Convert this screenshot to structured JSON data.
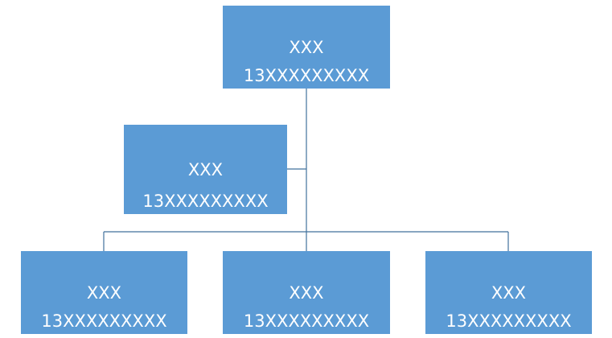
{
  "nodes": {
    "top": {
      "title": "​​",
      "subtitle": "XXX​​​​",
      "phone": "13XXXXXXXXX"
    },
    "assistant": {
      "title": "​​​​",
      "subtitle": "XXX​​​​",
      "phone": "13XXXXXXXXX"
    },
    "left": {
      "title": "​​",
      "subtitle": "XXX​​​​",
      "phone": "13XXXXXXXXX"
    },
    "middle": {
      "title": "​​",
      "subtitle": "XXX​​​​",
      "phone": "13XXXXXXXXX"
    },
    "right": {
      "title": "​​",
      "subtitle": "XXX​​​​",
      "phone": "13XXXXXXXXX"
    }
  },
  "colors": {
    "node_fill": "#5b9bd5",
    "connector": "#41719c",
    "text": "#ffffff"
  }
}
